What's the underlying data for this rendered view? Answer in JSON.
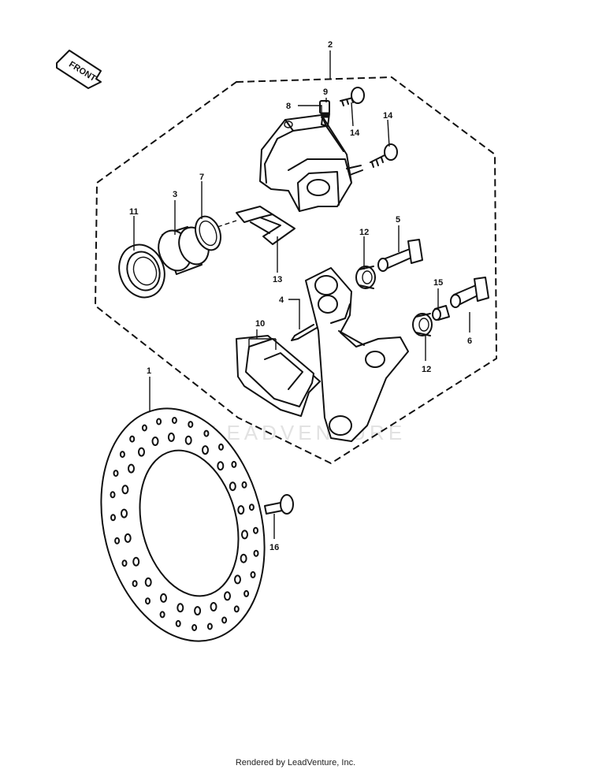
{
  "front_arrow": {
    "label": "FRONT",
    "icon": "front-arrow-icon"
  },
  "watermark": "LEADVENTURE",
  "parts": [
    {
      "ref": "1"
    },
    {
      "ref": "2"
    },
    {
      "ref": "3"
    },
    {
      "ref": "4"
    },
    {
      "ref": "5"
    },
    {
      "ref": "6"
    },
    {
      "ref": "7"
    },
    {
      "ref": "8"
    },
    {
      "ref": "9"
    },
    {
      "ref": "10"
    },
    {
      "ref": "11"
    },
    {
      "ref": "12"
    },
    {
      "ref": "12"
    },
    {
      "ref": "13"
    },
    {
      "ref": "14"
    },
    {
      "ref": "14"
    },
    {
      "ref": "15"
    },
    {
      "ref": "16"
    }
  ],
  "footer": "Rendered by LeadVenture, Inc."
}
